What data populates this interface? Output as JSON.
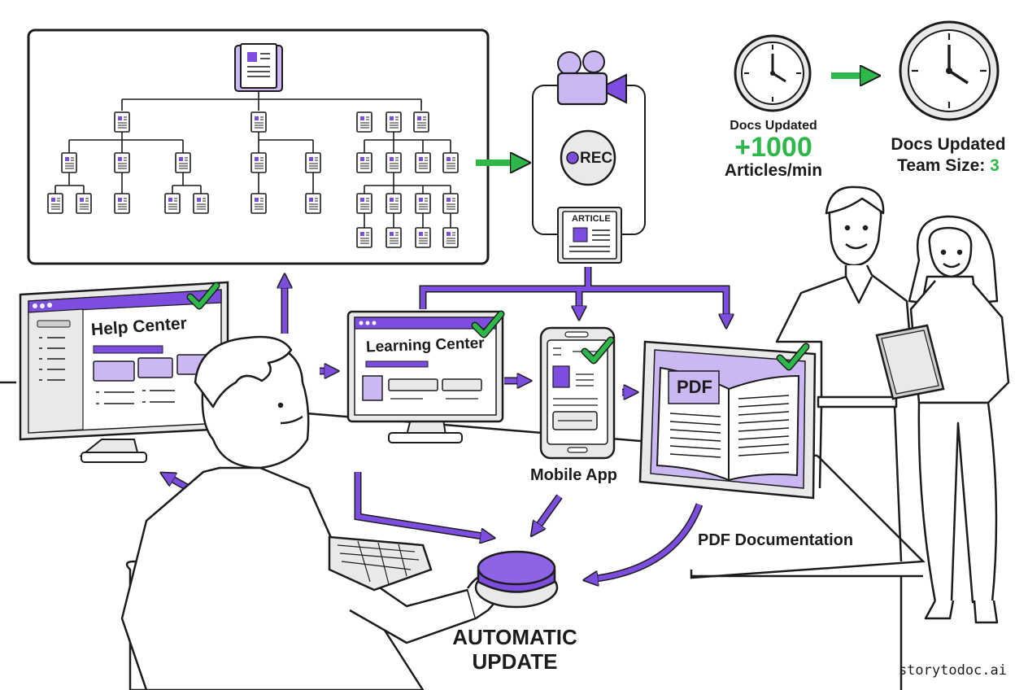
{
  "colors": {
    "accent": "#7c4dde",
    "accent_light": "#cbb8f2",
    "check": "#2fb84a",
    "ink": "#1c1c1c"
  },
  "labels": {
    "help_center": "Help Center",
    "learning_center": "Learning Center",
    "mobile_app": "Mobile App",
    "pdf_badge": "PDF",
    "pdf_documentation": "PDF Documentation",
    "automatic_update_line1": "AUTOMATIC",
    "automatic_update_line2": "UPDATE",
    "rec": "REC",
    "article": "ARTICLE",
    "brand": "storytodoc.ai"
  },
  "stats_before": {
    "caption": "Docs Updated",
    "value": "+1000",
    "unit": "Articles/min"
  },
  "stats_after": {
    "caption": "Docs Updated",
    "team_label": "Team Size:",
    "team_value": "3"
  },
  "icons": [
    "document-icon",
    "video-camera-icon",
    "rec-icon",
    "article-icon",
    "clock-icon",
    "checkmark-icon",
    "arrow-icon",
    "tablet-icon",
    "big-button-icon"
  ]
}
